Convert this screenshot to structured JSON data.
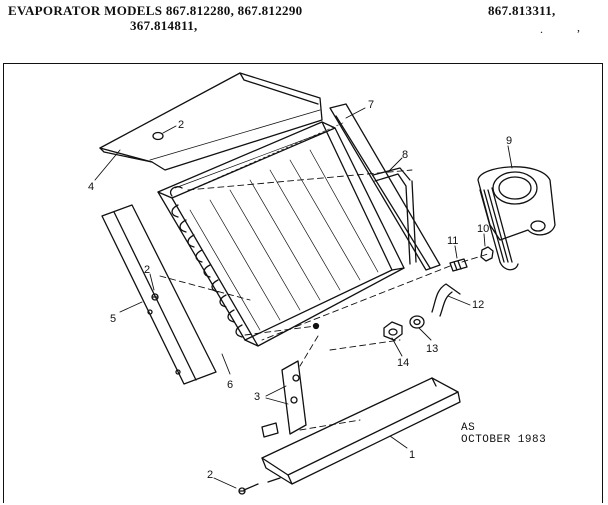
{
  "header": {
    "line1": "EVAPORATOR MODELS 867.812280, 867.812290",
    "line2": "367.814811,",
    "right": "867.813311,"
  },
  "stray_marks": [
    ",",
    "."
  ],
  "parts": [
    {
      "id": "p1",
      "number": "1",
      "icon": "drain-pan-icon"
    },
    {
      "id": "p2a",
      "number": "2",
      "icon": "screw-icon"
    },
    {
      "id": "p2b",
      "number": "2",
      "icon": "screw-icon"
    },
    {
      "id": "p2c",
      "number": "2",
      "icon": "screw-icon"
    },
    {
      "id": "p3",
      "number": "3",
      "icon": "bracket-icon"
    },
    {
      "id": "p4",
      "number": "4",
      "icon": "coil-icon"
    },
    {
      "id": "p5",
      "number": "5",
      "icon": "side-panel-icon"
    },
    {
      "id": "p6",
      "number": "6",
      "icon": "top-cover-icon"
    },
    {
      "id": "p7",
      "number": "7",
      "icon": "side-channel-icon"
    },
    {
      "id": "p8",
      "number": "8",
      "icon": "tube-icon"
    },
    {
      "id": "p9",
      "number": "9",
      "icon": "capillary-coil-icon"
    },
    {
      "id": "p10",
      "number": "10",
      "icon": "nut-icon"
    },
    {
      "id": "p11",
      "number": "11",
      "icon": "fitting-icon"
    },
    {
      "id": "p12",
      "number": "12",
      "icon": "elbow-tube-icon"
    },
    {
      "id": "p13",
      "number": "13",
      "icon": "washer-icon"
    },
    {
      "id": "p14",
      "number": "14",
      "icon": "flare-nut-icon"
    }
  ],
  "notes": {
    "code": "AS",
    "date": "OCTOBER 1983"
  }
}
